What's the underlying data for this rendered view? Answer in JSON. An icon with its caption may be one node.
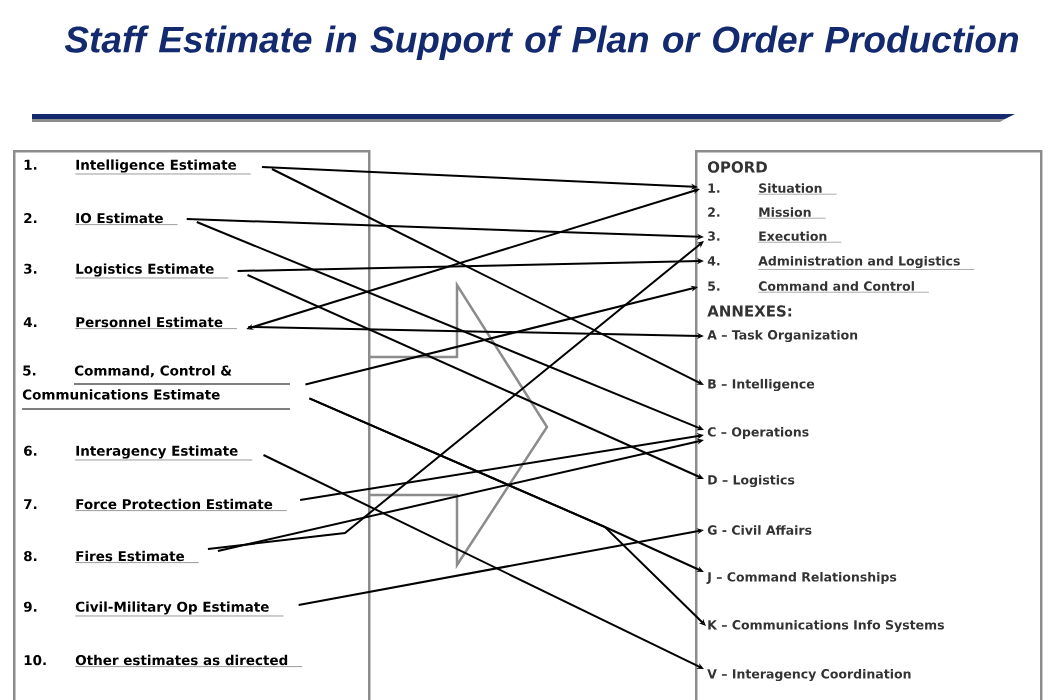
{
  "diagram": {
    "title": "Staff Estimate in Support of Plan or Order Production",
    "nodes": [
      {
        "text": [],
        "shape": "box"
      },
      {
        "text": [
          "1.",
          "Intelligence Estimate"
        ],
        "in": 0
      },
      {
        "text": [
          "2.",
          "IO Estimate"
        ],
        "in": 0
      },
      {
        "text": [
          "3.",
          "Logistics Estimate"
        ],
        "in": 0
      },
      {
        "text": [
          "4.",
          "Personnel Estimate"
        ],
        "in": 0
      },
      {
        "text": [
          "5.",
          "Command, Control & Communications Estimate"
        ],
        "in": 0
      },
      {
        "text": [
          "6.",
          "Interagency Estimate"
        ],
        "in": 0
      },
      {
        "text": [
          "7.",
          "Force Protection Estimate"
        ],
        "in": 0
      },
      {
        "text": [
          "8.",
          "Fires Estimate"
        ],
        "in": 0
      },
      {
        "text": [
          "9.",
          "Civil-Military Op Estimate"
        ],
        "in": 0
      },
      {
        "text": [
          "10.",
          "Other estimates as directed"
        ],
        "in": 0
      },
      {
        "text": [
          "OPORD",
          "ANNEXES:"
        ]
      },
      {
        "text": [
          "1.",
          "Situation"
        ],
        "in": 11
      },
      {
        "text": [
          "2.",
          "Mission"
        ],
        "in": 11
      },
      {
        "text": [
          "3.",
          "Execution"
        ],
        "in": 11
      },
      {
        "text": [
          "4.",
          "Administration and Logistics"
        ],
        "in": 11
      },
      {
        "text": [
          "5.",
          "Command and Control"
        ],
        "in": 11
      },
      {
        "text": [
          "A – Task Organization"
        ],
        "in": 11
      },
      {
        "text": [
          "B – Intelligence"
        ],
        "in": 11
      },
      {
        "text": [
          "C – Operations"
        ],
        "in": 11
      },
      {
        "text": [
          "D – Logistics"
        ],
        "in": 11
      },
      {
        "text": [
          "G - Civil Affairs"
        ],
        "in": 11
      },
      {
        "text": [
          "J – Command Relationships"
        ],
        "in": 11
      },
      {
        "text": [
          "K – Communications Info Systems"
        ],
        "in": 11
      },
      {
        "text": [
          "V – Interagency Coordination"
        ],
        "in": 11
      }
    ],
    "edges": [
      {
        "from": 1,
        "to": 12,
        "arrow": "to"
      },
      {
        "from": 1,
        "to": 18,
        "arrow": "to"
      },
      {
        "from": 2,
        "to": 14,
        "arrow": "to"
      },
      {
        "from": 2,
        "to": 19,
        "arrow": "to"
      },
      {
        "from": 3,
        "to": 15,
        "arrow": "to"
      },
      {
        "from": 3,
        "to": 20,
        "arrow": "to"
      },
      {
        "from": 12,
        "to": 4,
        "arrow": "both"
      },
      {
        "from": 4,
        "to": 17,
        "arrow": "to"
      },
      {
        "from": 5,
        "to": 16,
        "arrow": "to"
      },
      {
        "from": 5,
        "to": 22,
        "arrow": "to"
      },
      {
        "from": 5,
        "to": 23,
        "arrow": "to"
      },
      {
        "from": 6,
        "to": 24,
        "arrow": "to"
      },
      {
        "from": 7,
        "to": 19,
        "arrow": "to"
      },
      {
        "from": 8,
        "to": 14,
        "arrow": "to"
      },
      {
        "from": 8,
        "to": 19,
        "arrow": "to"
      },
      {
        "from": 9,
        "to": 21,
        "arrow": "to"
      }
    ]
  }
}
